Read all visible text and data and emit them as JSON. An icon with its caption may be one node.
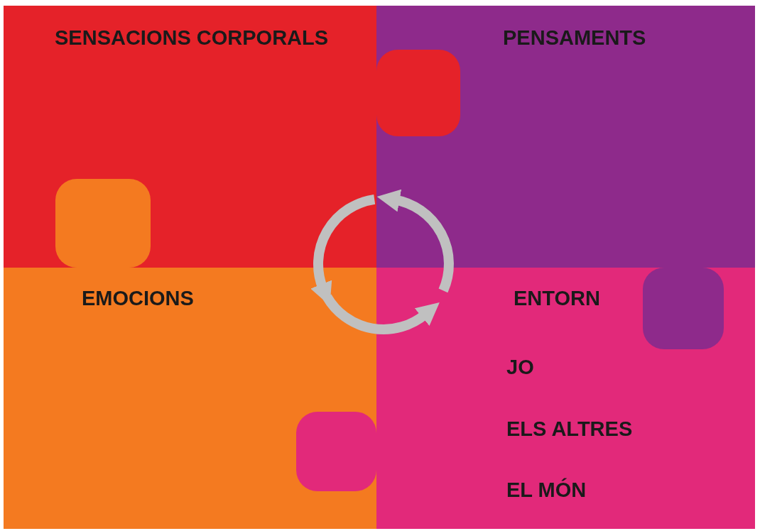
{
  "diagram": {
    "nodes": [
      {
        "text": [
          "SENSACIONS CORPORALS"
        ]
      },
      {
        "text": [
          "PENSAMENTS"
        ]
      },
      {
        "text": [
          "EMOCIONS"
        ]
      },
      {
        "text": [
          "ENTORN",
          "JO",
          "ELS ALTRES",
          "EL MÓN"
        ]
      }
    ],
    "edges": [
      {
        "from": 0,
        "to": 2,
        "arrow": "to"
      },
      {
        "from": 2,
        "to": 3,
        "arrow": "to"
      },
      {
        "from": 3,
        "to": 1,
        "arrow": "to"
      }
    ]
  }
}
